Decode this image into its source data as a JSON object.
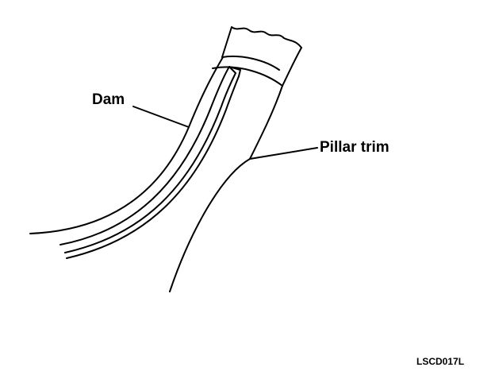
{
  "labels": {
    "dam": "Dam",
    "pillar_trim": "Pillar trim",
    "figure_code": "LSCD017L"
  }
}
